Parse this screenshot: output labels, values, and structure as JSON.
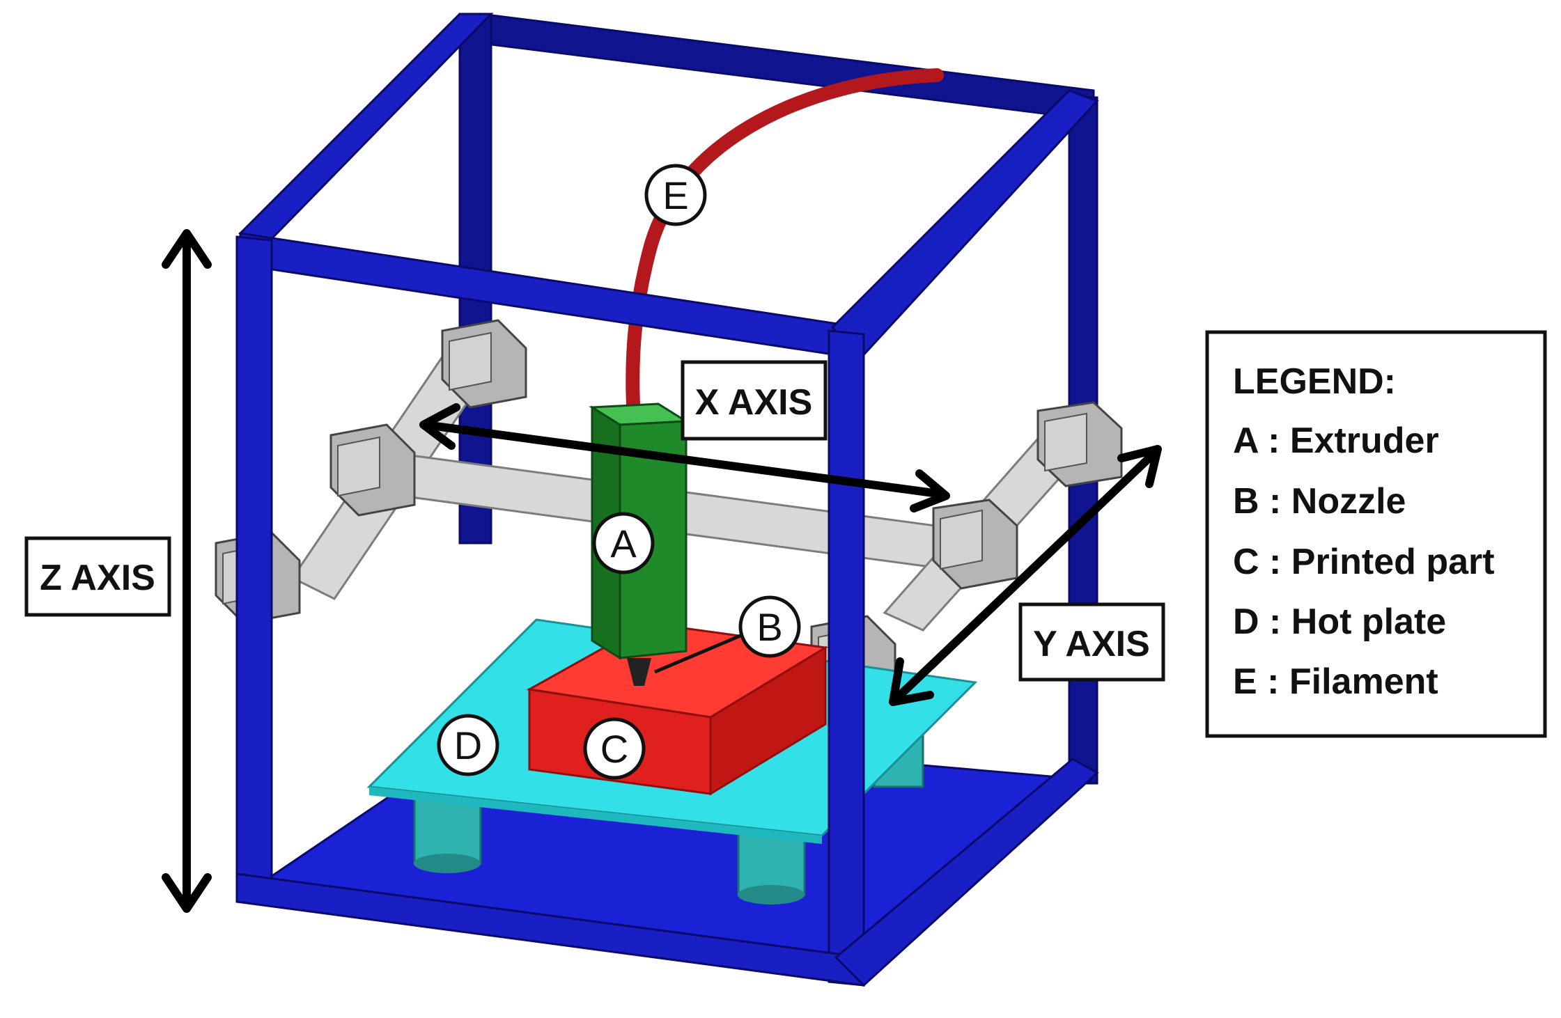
{
  "diagram": {
    "labels": {
      "x_axis": "X AXIS",
      "y_axis": "Y AXIS",
      "z_axis": "Z AXIS"
    },
    "markers": {
      "a": "A",
      "b": "B",
      "c": "C",
      "d": "D",
      "e": "E"
    },
    "legend": {
      "title": "LEGEND:",
      "items": [
        "A : Extruder",
        "B : Nozzle",
        "C : Printed part",
        "D : Hot plate",
        "E : Filament"
      ]
    },
    "colors": {
      "frame": "#1a1fc4",
      "filament": "#b3181c",
      "extruder": "#1f8a2a",
      "printed_part": "#e0201e",
      "hot_plate": "#33e0e8",
      "supports": "#2fb3b0",
      "rods": "#d8d8d8"
    }
  }
}
